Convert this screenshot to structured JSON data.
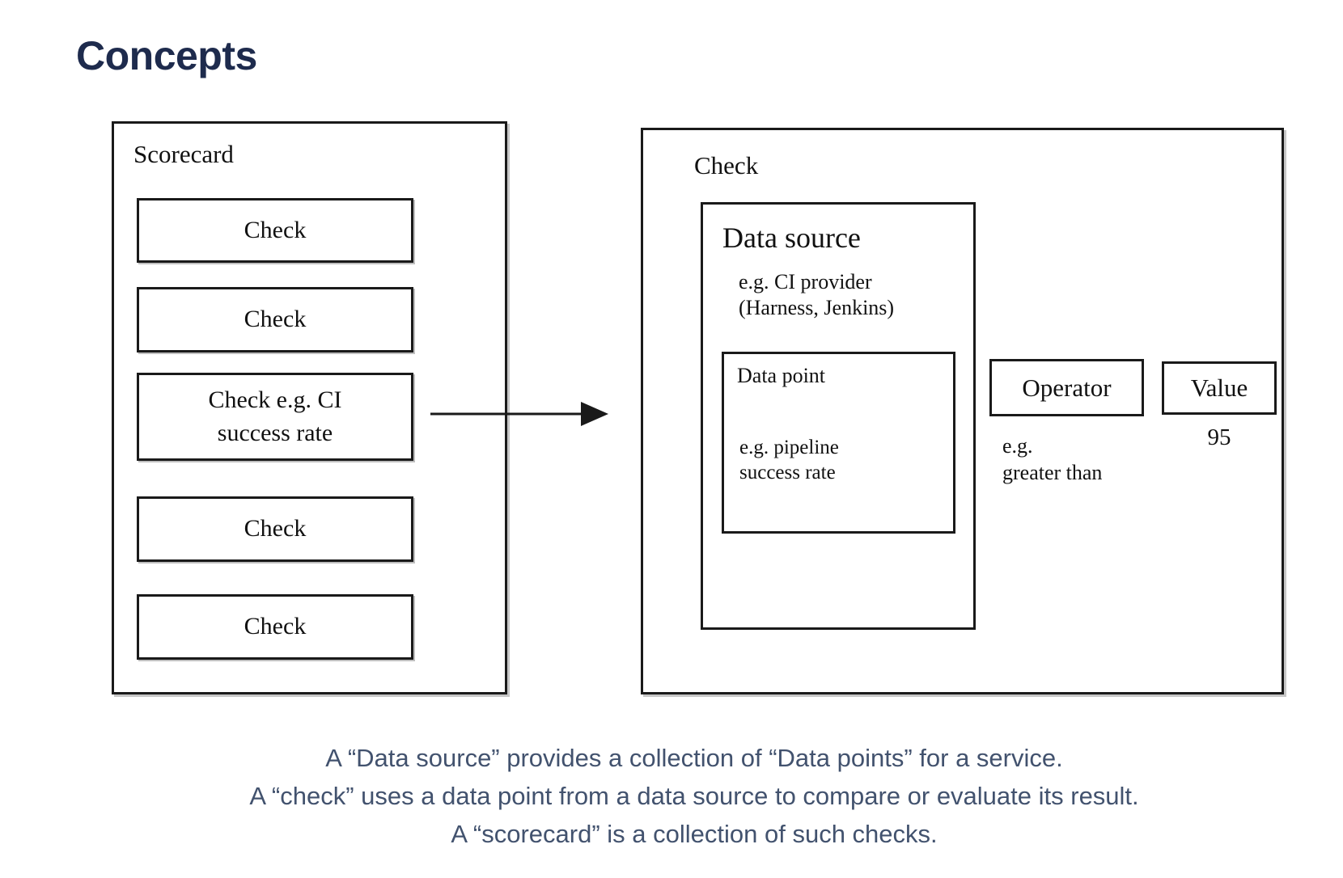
{
  "title": "Concepts",
  "colors": {
    "heading": "#1e2b4d",
    "caption": "#42526e",
    "stroke": "#1a1a1a"
  },
  "scorecard": {
    "label": "Scorecard",
    "checks": [
      {
        "lines": [
          "Check"
        ]
      },
      {
        "lines": [
          "Check"
        ]
      },
      {
        "lines": [
          "Check e.g. CI",
          "success rate"
        ]
      },
      {
        "lines": [
          "Check"
        ]
      },
      {
        "lines": [
          "Check"
        ]
      }
    ]
  },
  "check": {
    "label": "Check",
    "data_source": {
      "label": "Data source",
      "example_lines": [
        "e.g. CI provider",
        "(Harness, Jenkins)"
      ],
      "data_point": {
        "label": "Data point",
        "example_lines": [
          "e.g. pipeline",
          "success rate"
        ]
      }
    },
    "operator": {
      "label": "Operator",
      "example_lines": [
        "e.g.",
        "greater than"
      ]
    },
    "value": {
      "label": "Value",
      "example": "95"
    }
  },
  "caption": {
    "lines": [
      "A “Data source” provides a collection of “Data points” for a service.",
      "A “check” uses a data point from a data source to compare or evaluate its result.",
      "A “scorecard” is a collection of such checks."
    ]
  }
}
